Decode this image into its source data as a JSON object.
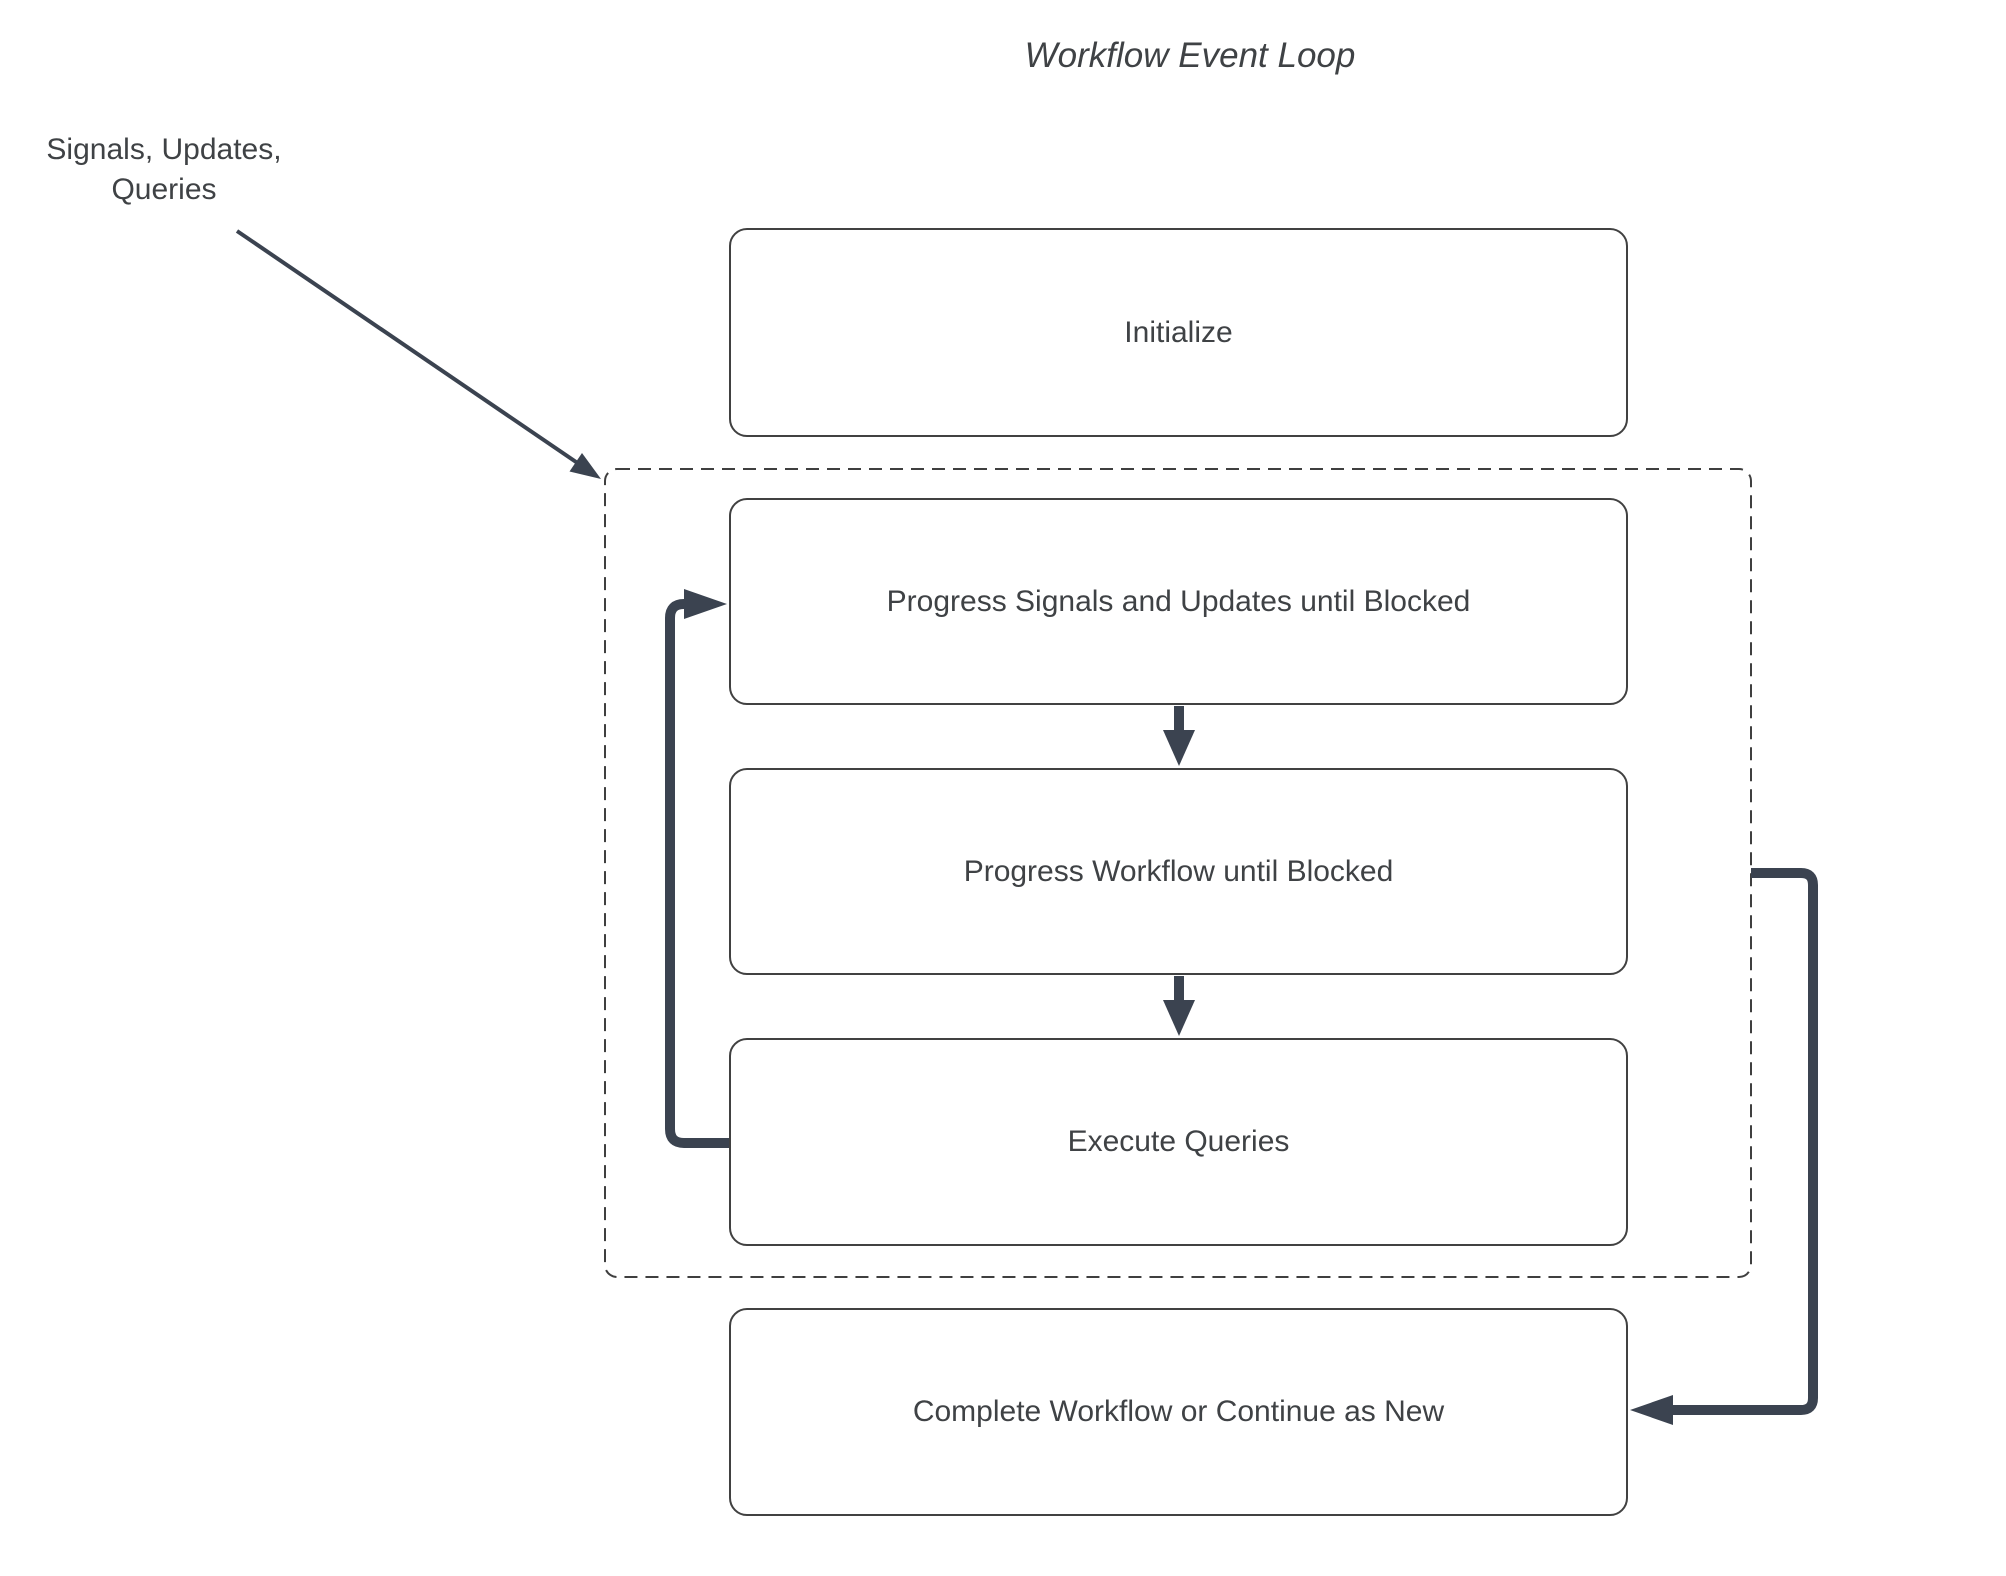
{
  "title": "Workflow Event Loop",
  "annotation": {
    "label": "Signals, Updates,\nQueries"
  },
  "nodes": {
    "initialize": {
      "label": "Initialize",
      "in_dashed_group": false
    },
    "progress_signals": {
      "label": "Progress Signals and Updates until Blocked",
      "in_dashed_group": true
    },
    "progress_workflow": {
      "label": "Progress Workflow until Blocked",
      "in_dashed_group": true
    },
    "execute_queries": {
      "label": "Execute Queries",
      "in_dashed_group": true
    },
    "complete": {
      "label": "Complete Workflow or Continue as New",
      "in_dashed_group": false
    }
  },
  "connectors": {
    "signals_arrow": "Signals/Updates/Queries into event-loop group",
    "down_arrow_1": "Progress Signals and Updates until Blocked to Progress Workflow until Blocked",
    "down_arrow_2": "Progress Workflow until Blocked to Execute Queries",
    "loop_back_arrow": "Execute Queries back to Progress Signals and Updates until Blocked",
    "continue_arrow": "Event-loop group to Complete Workflow or Continue as New"
  },
  "colors": {
    "background": "#FFFFFF",
    "connector": "#3B4350",
    "box_border": "#414141",
    "dashed_border": "#3F3F3F",
    "text": "#3F4245"
  }
}
